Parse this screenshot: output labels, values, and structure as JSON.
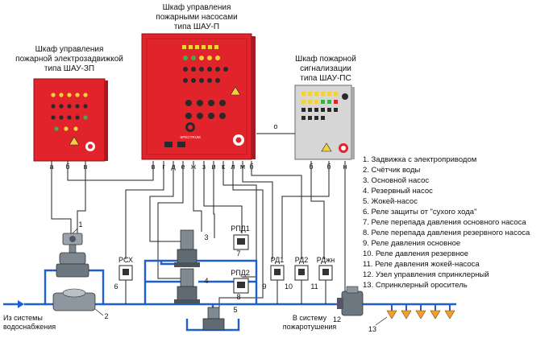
{
  "cabinets": {
    "center_title": [
      "Шкаф управления",
      "пожарными насосами",
      "типа ШАУ-П"
    ],
    "left_title": [
      "Шкаф управления",
      "пожарной электрозадвижкой",
      "типа ШАУ-ЗП"
    ],
    "right_title": [
      "Шкаф пожарной",
      "сигнализации",
      "типа ШАУ-ПС"
    ],
    "brand": "SPECTRUM"
  },
  "terminals": {
    "left": [
      "а",
      "б",
      "в"
    ],
    "center": [
      "в",
      "г",
      "д",
      "е",
      "ж",
      "з",
      "и",
      "к",
      "л",
      "м",
      "б"
    ],
    "right": [
      "б",
      "б",
      "н"
    ],
    "link": "о"
  },
  "devices": {
    "rsx": "РСХ",
    "rpd1": "РПД1",
    "rpd2": "РПД2",
    "rd1": "РД1",
    "rd2": "РД2",
    "rdzh": "РДжн"
  },
  "numbers": [
    "1",
    "2",
    "3",
    "4",
    "5",
    "6",
    "7",
    "8",
    "9",
    "10",
    "11",
    "12",
    "13"
  ],
  "captions": {
    "inlet": [
      "Из системы",
      "водоснабжения"
    ],
    "outlet": [
      "В систему",
      "пожаротушения"
    ]
  },
  "legend": [
    "1. Задвижка с электроприводом",
    "2. Счётчик воды",
    "3. Основной насос",
    "4. Резервный насос",
    "5. Жокей-насос",
    "6. Реле защиты от \"сухого хода\"",
    "7. Реле перепада давления основного насоса",
    "8. Реле перепада давления резервного насоса",
    "9. Реле давления основное",
    "10. Реле давления резервное",
    "11. Реле давления жокей-насоса",
    "12. Узел управления спринклерный",
    "13. Спринклерный ороситель"
  ],
  "colors": {
    "cabinet_red": "#e1242b",
    "cabinet_gray": "#d6d6d6",
    "pipe_blue": "#1f5fd0",
    "sprinkler_orange": "#f0a030"
  }
}
